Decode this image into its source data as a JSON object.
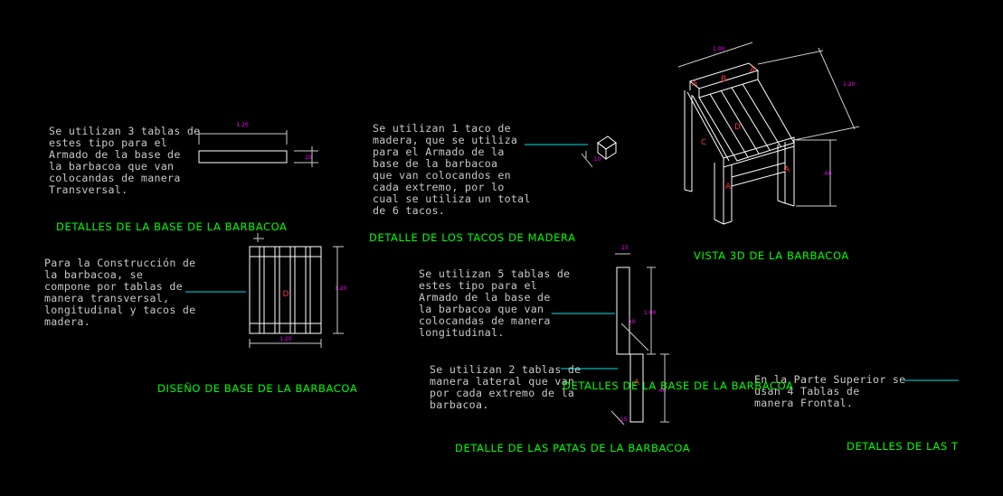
{
  "colors": {
    "background": "#000000",
    "note_text": "#c8c8c8",
    "title_text": "#00ff00",
    "lines": "#ffffff",
    "dimensions": "#ff00ff",
    "leaders": "#00e5e5",
    "part_labels": "#ff3333"
  },
  "notes": {
    "base_transversal": "Se utilizan 3 tablas de\nestes tipo para el\nArmado de la base de\nla barbacoa que van\ncolocandas de manera\nTransversal.",
    "tacos": "Se utilizan 1 taco de\nmadera, que se utiliza\npara el Armado de la\nbase de la barbacoa\nque van colocandos en\ncada extremo, por lo\ncual se utiliza un total\nde 6 tacos.",
    "construccion": "Para la Construcción de\nla barbacoa, se\ncompone por tablas de\nmanera transversal,\nlongitudinal y tacos de\nmadera.",
    "longitudinal": "Se utilizan 5 tablas de\nestes tipo para el\nArmado de la base de\nla barbacoa que van\ncolocandas de manera\nlongitudinal.",
    "lateral": "Se utilizan 2 tablas de\nmanera lateral que van\npor cada extremo de la\nbarbacoa.",
    "frontal": "En la Parte Superior se\nusan 4 Tablas de\nmanera Frontal."
  },
  "titles": {
    "base": "DETALLES DE LA BASE DE LA BARBACOA",
    "tacos": "DETALLE DE LOS TACOS DE MADERA",
    "vista3d": "VISTA 3D DE LA BARBACOA",
    "diseno": "DISEÑO DE BASE DE LA BARBACOA",
    "base2": "DETALLES DE LA BASE DE LA BARBACOA",
    "patas": "DETALLE DE LAS PATAS DE LA BARBACOA",
    "tablas_cut": "DETALLES DE LAS T"
  },
  "dimensions": {
    "board_length": "1.20",
    "board_height": ".10",
    "taco_side": ".10",
    "plan_height": "1.20",
    "plan_width": "1.20",
    "pata_width": ".15",
    "pata_height": "1.00",
    "pata_depth": ".10",
    "pata_side_height": ".60",
    "pata_small": ".15",
    "iso_top": "1.00",
    "iso_diag": "1.20",
    "iso_height": ".60"
  },
  "part_labels": {
    "a": "A",
    "b": "B",
    "c": "C",
    "d": "D"
  }
}
